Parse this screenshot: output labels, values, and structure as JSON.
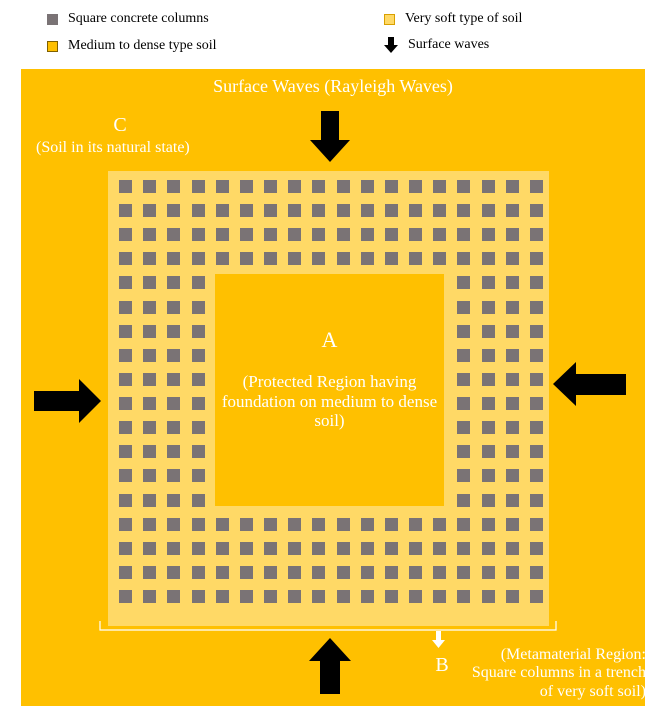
{
  "legend": {
    "columns_label": "Square concrete columns",
    "soft_soil_label": "Very soft type of soil",
    "dense_soil_label": "Medium to dense type soil",
    "waves_label": "Surface waves"
  },
  "diagram": {
    "top_title": "Surface Waves (Rayleigh Waves)",
    "region_c_letter": "C",
    "region_c_desc": "(Soil in its natural state)",
    "region_a_letter": "A",
    "region_a_desc": "(Protected Region having foundation on medium to dense soil)",
    "region_b_letter": "B",
    "region_b_desc": "(Metamaterial Region: Square columns in a trench of very soft soil)"
  },
  "colors": {
    "dense_soil": "#ffc000",
    "soft_soil": "#ffd966",
    "column": "#7a7375",
    "arrow": "#000000"
  }
}
